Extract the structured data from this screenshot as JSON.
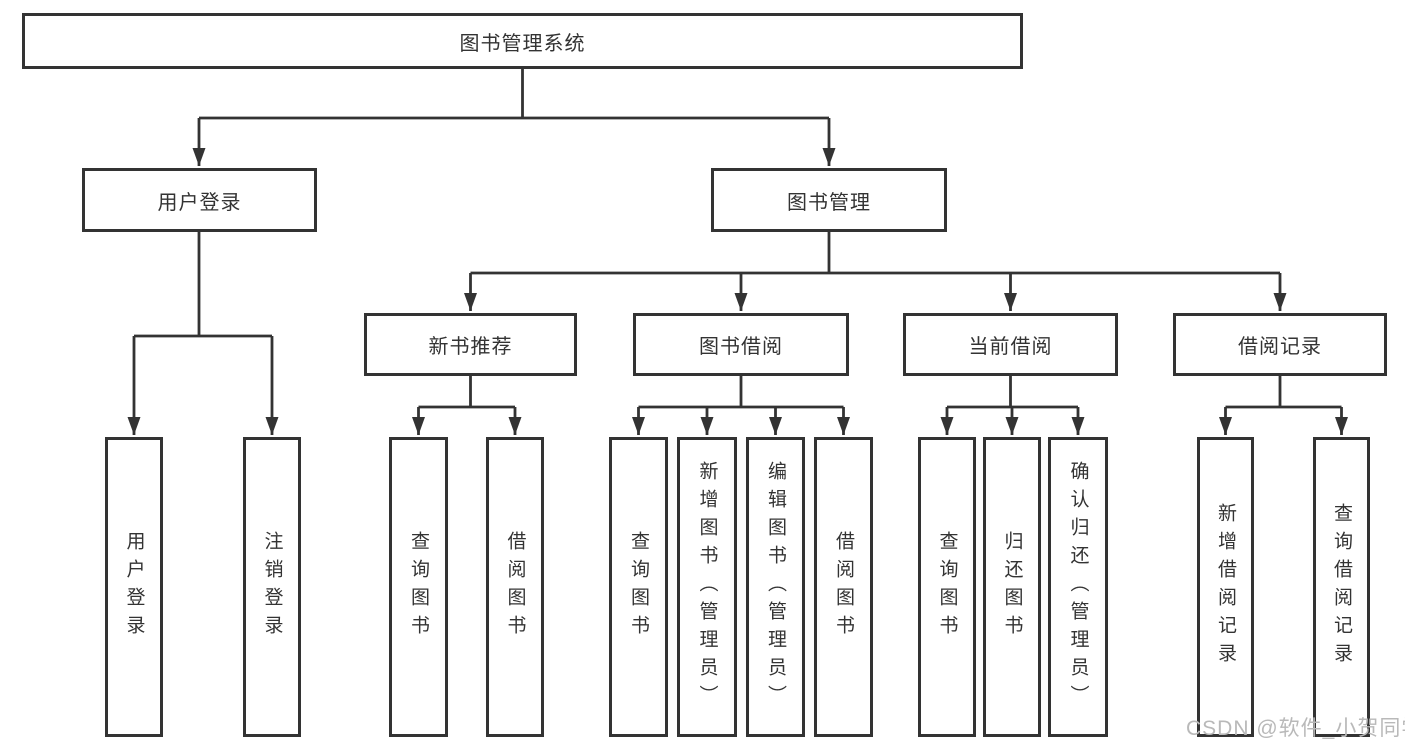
{
  "page": {
    "background": "#ffffff"
  },
  "colors": {
    "line": "#333333",
    "box_border": "#333333",
    "box_fill": "#ffffff",
    "text": "#333333",
    "watermark": "#b9b9b9"
  },
  "watermark": {
    "text": "CSDN @软件_小贺同学"
  },
  "tree": {
    "root": {
      "label": "图书管理系统"
    },
    "level1": [
      {
        "label": "用户登录",
        "parent": "图书管理系统"
      },
      {
        "label": "图书管理",
        "parent": "图书管理系统"
      }
    ],
    "level2": [
      {
        "label": "新书推荐",
        "parent": "图书管理"
      },
      {
        "label": "图书借阅",
        "parent": "图书管理"
      },
      {
        "label": "当前借阅",
        "parent": "图书管理"
      },
      {
        "label": "借阅记录",
        "parent": "图书管理"
      }
    ],
    "level3": [
      {
        "label": "用户登录",
        "parent": "用户登录"
      },
      {
        "label": "注销登录",
        "parent": "用户登录"
      },
      {
        "label": "查询图书",
        "parent": "新书推荐"
      },
      {
        "label": "借阅图书",
        "parent": "新书推荐"
      },
      {
        "label": "查询图书",
        "parent": "图书借阅"
      },
      {
        "label": "新增图书（管理员）",
        "parent": "图书借阅"
      },
      {
        "label": "编辑图书（管理员）",
        "parent": "图书借阅"
      },
      {
        "label": "借阅图书",
        "parent": "图书借阅"
      },
      {
        "label": "查询图书",
        "parent": "当前借阅"
      },
      {
        "label": "归还图书",
        "parent": "当前借阅"
      },
      {
        "label": "确认归还（管理员）",
        "parent": "当前借阅"
      },
      {
        "label": "新增借阅记录",
        "parent": "借阅记录"
      },
      {
        "label": "查询借阅记录",
        "parent": "借阅记录"
      }
    ]
  }
}
